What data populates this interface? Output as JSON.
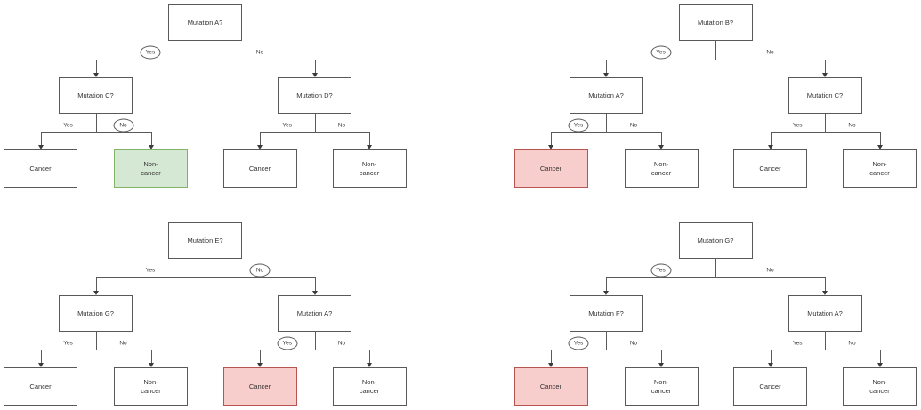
{
  "canvas": {
    "background": "#ffffff"
  },
  "colors": {
    "box_border": "#595959",
    "connector": "#595959",
    "arrowhead": "#3b3b3b",
    "text": "#333333",
    "highlight_green_fill": "#d5e8d4",
    "highlight_green_border": "#82b366",
    "highlight_red_fill": "#f8cecc",
    "highlight_red_border": "#b85450"
  },
  "trees": [
    {
      "root": {
        "label": "Mutation A?"
      },
      "root_branches": {
        "yes": {
          "label": "Yes",
          "circled": true
        },
        "no": {
          "label": "No",
          "circled": false
        }
      },
      "children": [
        {
          "label": "Mutation C?",
          "branches": {
            "yes": {
              "label": "Yes",
              "circled": false
            },
            "no": {
              "label": "No",
              "circled": true
            }
          },
          "leaves": [
            {
              "label": "Cancer",
              "fill": "white"
            },
            {
              "label": "Non-\ncancer",
              "fill": "green"
            }
          ]
        },
        {
          "label": "Mutation D?",
          "branches": {
            "yes": {
              "label": "Yes",
              "circled": false
            },
            "no": {
              "label": "No",
              "circled": false
            }
          },
          "leaves": [
            {
              "label": "Cancer",
              "fill": "white"
            },
            {
              "label": "Non-\ncancer",
              "fill": "white"
            }
          ]
        }
      ]
    },
    {
      "root": {
        "label": "Mutation B?"
      },
      "root_branches": {
        "yes": {
          "label": "Yes",
          "circled": true
        },
        "no": {
          "label": "No",
          "circled": false
        }
      },
      "children": [
        {
          "label": "Mutation A?",
          "branches": {
            "yes": {
              "label": "Yes",
              "circled": true
            },
            "no": {
              "label": "No",
              "circled": false
            }
          },
          "leaves": [
            {
              "label": "Cancer",
              "fill": "red"
            },
            {
              "label": "Non-\ncancer",
              "fill": "white"
            }
          ]
        },
        {
          "label": "Mutation C?",
          "branches": {
            "yes": {
              "label": "Yes",
              "circled": false
            },
            "no": {
              "label": "No",
              "circled": false
            }
          },
          "leaves": [
            {
              "label": "Cancer",
              "fill": "white"
            },
            {
              "label": "Non-\ncancer",
              "fill": "white"
            }
          ]
        }
      ]
    },
    {
      "root": {
        "label": "Mutation E?"
      },
      "root_branches": {
        "yes": {
          "label": "Yes",
          "circled": false
        },
        "no": {
          "label": "No",
          "circled": true
        }
      },
      "children": [
        {
          "label": "Mutation G?",
          "branches": {
            "yes": {
              "label": "Yes",
              "circled": false
            },
            "no": {
              "label": "No",
              "circled": false
            }
          },
          "leaves": [
            {
              "label": "Cancer",
              "fill": "white"
            },
            {
              "label": "Non-\ncancer",
              "fill": "white"
            }
          ]
        },
        {
          "label": "Mutation A?",
          "branches": {
            "yes": {
              "label": "Yes",
              "circled": true
            },
            "no": {
              "label": "No",
              "circled": false
            }
          },
          "leaves": [
            {
              "label": "Cancer",
              "fill": "red"
            },
            {
              "label": "Non-\ncancer",
              "fill": "white"
            }
          ]
        }
      ]
    },
    {
      "root": {
        "label": "Mutation G?"
      },
      "root_branches": {
        "yes": {
          "label": "Yes",
          "circled": true
        },
        "no": {
          "label": "No",
          "circled": false
        }
      },
      "children": [
        {
          "label": "Mutation F?",
          "branches": {
            "yes": {
              "label": "Yes",
              "circled": true
            },
            "no": {
              "label": "No",
              "circled": false
            }
          },
          "leaves": [
            {
              "label": "Cancer",
              "fill": "red"
            },
            {
              "label": "Non-\ncancer",
              "fill": "white"
            }
          ]
        },
        {
          "label": "Mutation A?",
          "branches": {
            "yes": {
              "label": "Yes",
              "circled": false
            },
            "no": {
              "label": "No",
              "circled": false
            }
          },
          "leaves": [
            {
              "label": "Cancer",
              "fill": "white"
            },
            {
              "label": "Non-\ncancer",
              "fill": "white"
            }
          ]
        }
      ]
    }
  ]
}
